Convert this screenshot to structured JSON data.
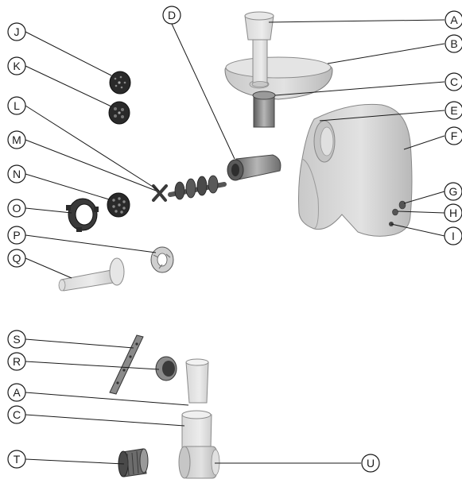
{
  "figure": {
    "callouts": [
      {
        "key": "A1",
        "label": "A"
      },
      {
        "key": "B",
        "label": "B"
      },
      {
        "key": "C1",
        "label": "C"
      },
      {
        "key": "D",
        "label": "D"
      },
      {
        "key": "E",
        "label": "E"
      },
      {
        "key": "F",
        "label": "F"
      },
      {
        "key": "G",
        "label": "G"
      },
      {
        "key": "H",
        "label": "H"
      },
      {
        "key": "I",
        "label": "I"
      },
      {
        "key": "J",
        "label": "J"
      },
      {
        "key": "K",
        "label": "K"
      },
      {
        "key": "L",
        "label": "L"
      },
      {
        "key": "M",
        "label": "M"
      },
      {
        "key": "N",
        "label": "N"
      },
      {
        "key": "O",
        "label": "O"
      },
      {
        "key": "P",
        "label": "P"
      },
      {
        "key": "Q",
        "label": "Q"
      },
      {
        "key": "S",
        "label": "S"
      },
      {
        "key": "R",
        "label": "R"
      },
      {
        "key": "A2",
        "label": "A"
      },
      {
        "key": "C2",
        "label": "C"
      },
      {
        "key": "T",
        "label": "T"
      },
      {
        "key": "U",
        "label": "U"
      }
    ],
    "colors": {
      "outline": "#1a1a1a",
      "body_light": "#d4d4d4",
      "body_mid": "#bdbdbd",
      "metal_dark": "#7a7a7a",
      "metal_darker": "#4a4a4a",
      "disc_black": "#2a2a2a",
      "fill_pale": "#e3e3e3"
    }
  }
}
